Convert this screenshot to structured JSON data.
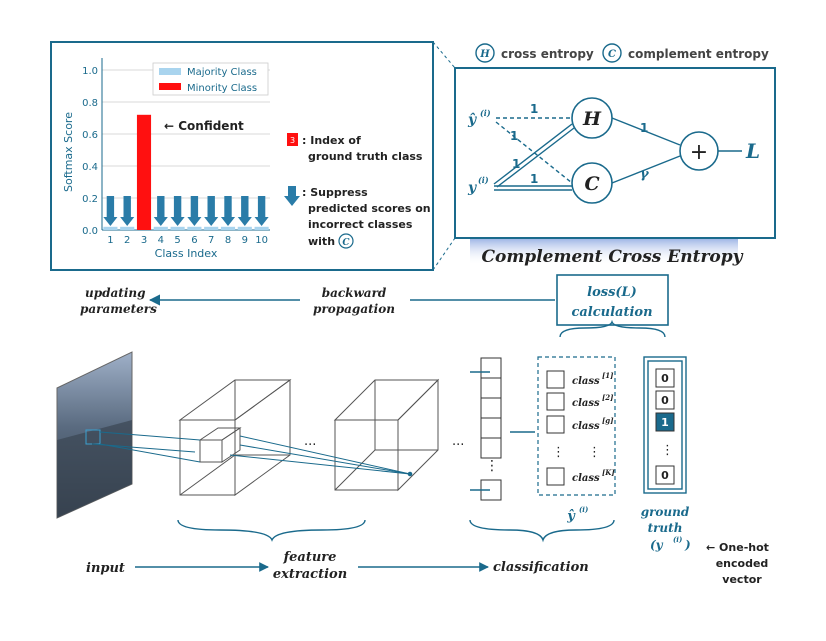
{
  "legend_top": {
    "h_symbol": "H",
    "h_label": "cross entropy",
    "c_symbol": "C",
    "c_label": "complement entropy"
  },
  "inset_chart": {
    "ylabel": "Softmax Score",
    "xlabel": "Class Index",
    "legend": [
      "Majority Class",
      "Minority Class"
    ],
    "annotation": "← Confident",
    "index_box": "3",
    "index_note": [
      ": Index of",
      "ground truth class"
    ],
    "suppress_note": [
      ": Suppress",
      "predicted scores on",
      "incorrect classes",
      "with"
    ],
    "suppress_symbol": "C"
  },
  "chart_data": {
    "type": "bar",
    "categories": [
      "1",
      "2",
      "3",
      "4",
      "5",
      "6",
      "7",
      "8",
      "9",
      "10"
    ],
    "yticks": [
      "0.0",
      "0.2",
      "0.4",
      "0.6",
      "0.8",
      "1.0"
    ],
    "series": [
      {
        "name": "Majority Class",
        "values": [
          0.02,
          0.02,
          0,
          0.02,
          0.02,
          0.02,
          0.02,
          0.02,
          0.02,
          0.02
        ]
      },
      {
        "name": "Minority Class",
        "values": [
          0,
          0,
          0.72,
          0,
          0,
          0,
          0,
          0,
          0,
          0
        ]
      }
    ],
    "ylim": [
      0,
      1.05
    ],
    "colors": {
      "majority": "#a9d4ee",
      "minority": "#ff1010",
      "arrow": "#2a7ca8",
      "grid": "#d8d8d8"
    }
  },
  "cce_graph": {
    "yhat": "ŷ",
    "y": "y",
    "sup": "(i)",
    "H": "H",
    "C": "C",
    "plus": "+",
    "L": "L",
    "w1": "1",
    "w2": "1",
    "w3": "1",
    "w4": "1",
    "w5": "1",
    "gamma": "γ"
  },
  "cce_title": "Complement Cross Entropy",
  "pipeline": {
    "updating": [
      "updating",
      "parameters"
    ],
    "backward": [
      "backward",
      "propagation"
    ],
    "loss": [
      "loss(L)",
      "calculation"
    ],
    "dots1": "...",
    "dots2": "...",
    "vdots": "⋮",
    "classes": [
      "class",
      "class",
      "class",
      "class"
    ],
    "class_sups": [
      "[1]",
      "[2]",
      "[g]",
      "[K]"
    ],
    "yhat_label": "ŷ",
    "onehot": [
      "0",
      "0",
      "1",
      "0"
    ],
    "gt_label": [
      "ground",
      "truth",
      "(y"
    ],
    "gt_sup": "(i)",
    "gt_close": ")",
    "input": "input",
    "feature": [
      "feature",
      "extraction"
    ],
    "classification": "classification",
    "onehot_note": [
      "← One-hot",
      "encoded",
      "vector"
    ]
  },
  "colors": {
    "accent": "#1a6a8c",
    "highlight": "#1a6a8c"
  }
}
